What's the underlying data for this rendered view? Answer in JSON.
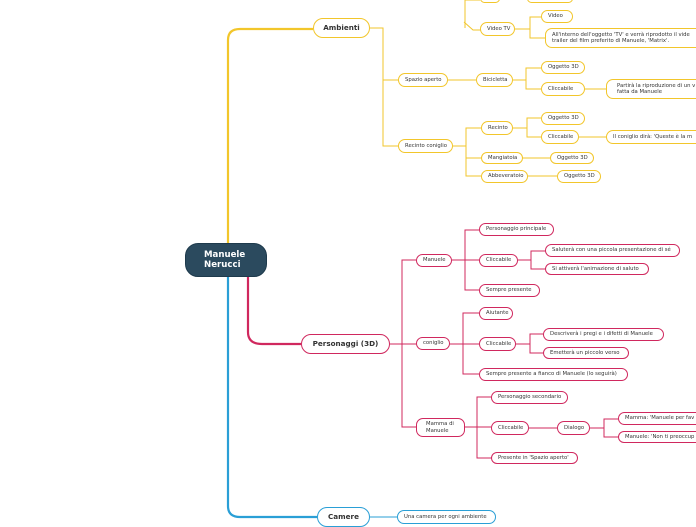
{
  "root": {
    "line1": "Manuele",
    "line2": "Nerucci"
  },
  "ambienti": {
    "label": "Ambienti",
    "video_tv": {
      "label": "Video TV",
      "video": "Video",
      "desc_line1": "All'interno dell'oggetto 'TV' e verrà riprodotto il vide",
      "desc_line2": "trailer del film preferito di Manuele, 'Matrix'."
    },
    "spazio_aperto": {
      "label": "Spazio aperto",
      "bicicletta": "Bicicletta",
      "oggetto3d": "Oggetto 3D",
      "cliccabile": "Cliccabile",
      "desc_line1": "Partirà la riproduzione di un v",
      "desc_line2": "fatta da Manuele"
    },
    "recinto_coniglio": {
      "label": "Recinto coniglio",
      "recinto": "Recinto",
      "oggetto3d": "Oggetto 3D",
      "cliccabile": "Cliccabile",
      "desc": "Il coniglio dirà: 'Queste è la m",
      "mangiatoia": "Mangiatoia",
      "mangiatoia_obj": "Oggetto 3D",
      "abbeveratoio": "Abbeveratoio",
      "abbeveratoio_obj": "Oggetto 3D"
    }
  },
  "personaggi": {
    "label": "Personaggi (3D)",
    "manuele": {
      "label": "Manuele",
      "principale": "Personaggio principale",
      "cliccabile": "Cliccabile",
      "saluto": "Saluterà con una piccola presentazione di sé",
      "animazione": "Si attiverà l'animazione di saluto",
      "sempre": "Sempre presente"
    },
    "coniglio": {
      "label": "coniglio",
      "aiutante": "Aiutante",
      "cliccabile": "Cliccabile",
      "pregi": "Descriverà i pregi e i difetti di Manuele",
      "verso": "Emetterà un piccolo verso",
      "fianco": "Sempre presente a fianco di Manuele (lo seguirà)"
    },
    "mamma": {
      "line1": "Mamma di",
      "line2": "Manuele",
      "secondario": "Personaggio secondario",
      "cliccabile": "Cliccabile",
      "dialogo": "Dialogo",
      "mamma_says": "Mamma: 'Manuele per fav",
      "manuele_says": "Manuele: 'Non ti preoccup",
      "presente": "Presente in 'Spazio aperto'"
    }
  },
  "camere": {
    "label": "Camere",
    "una_camera": "Una camera per ogni ambiente"
  },
  "colors": {
    "root": "#2b4a5e",
    "ambienti": "#f2c62b",
    "personaggi": "#d0285e",
    "camere": "#2a9fd6"
  }
}
